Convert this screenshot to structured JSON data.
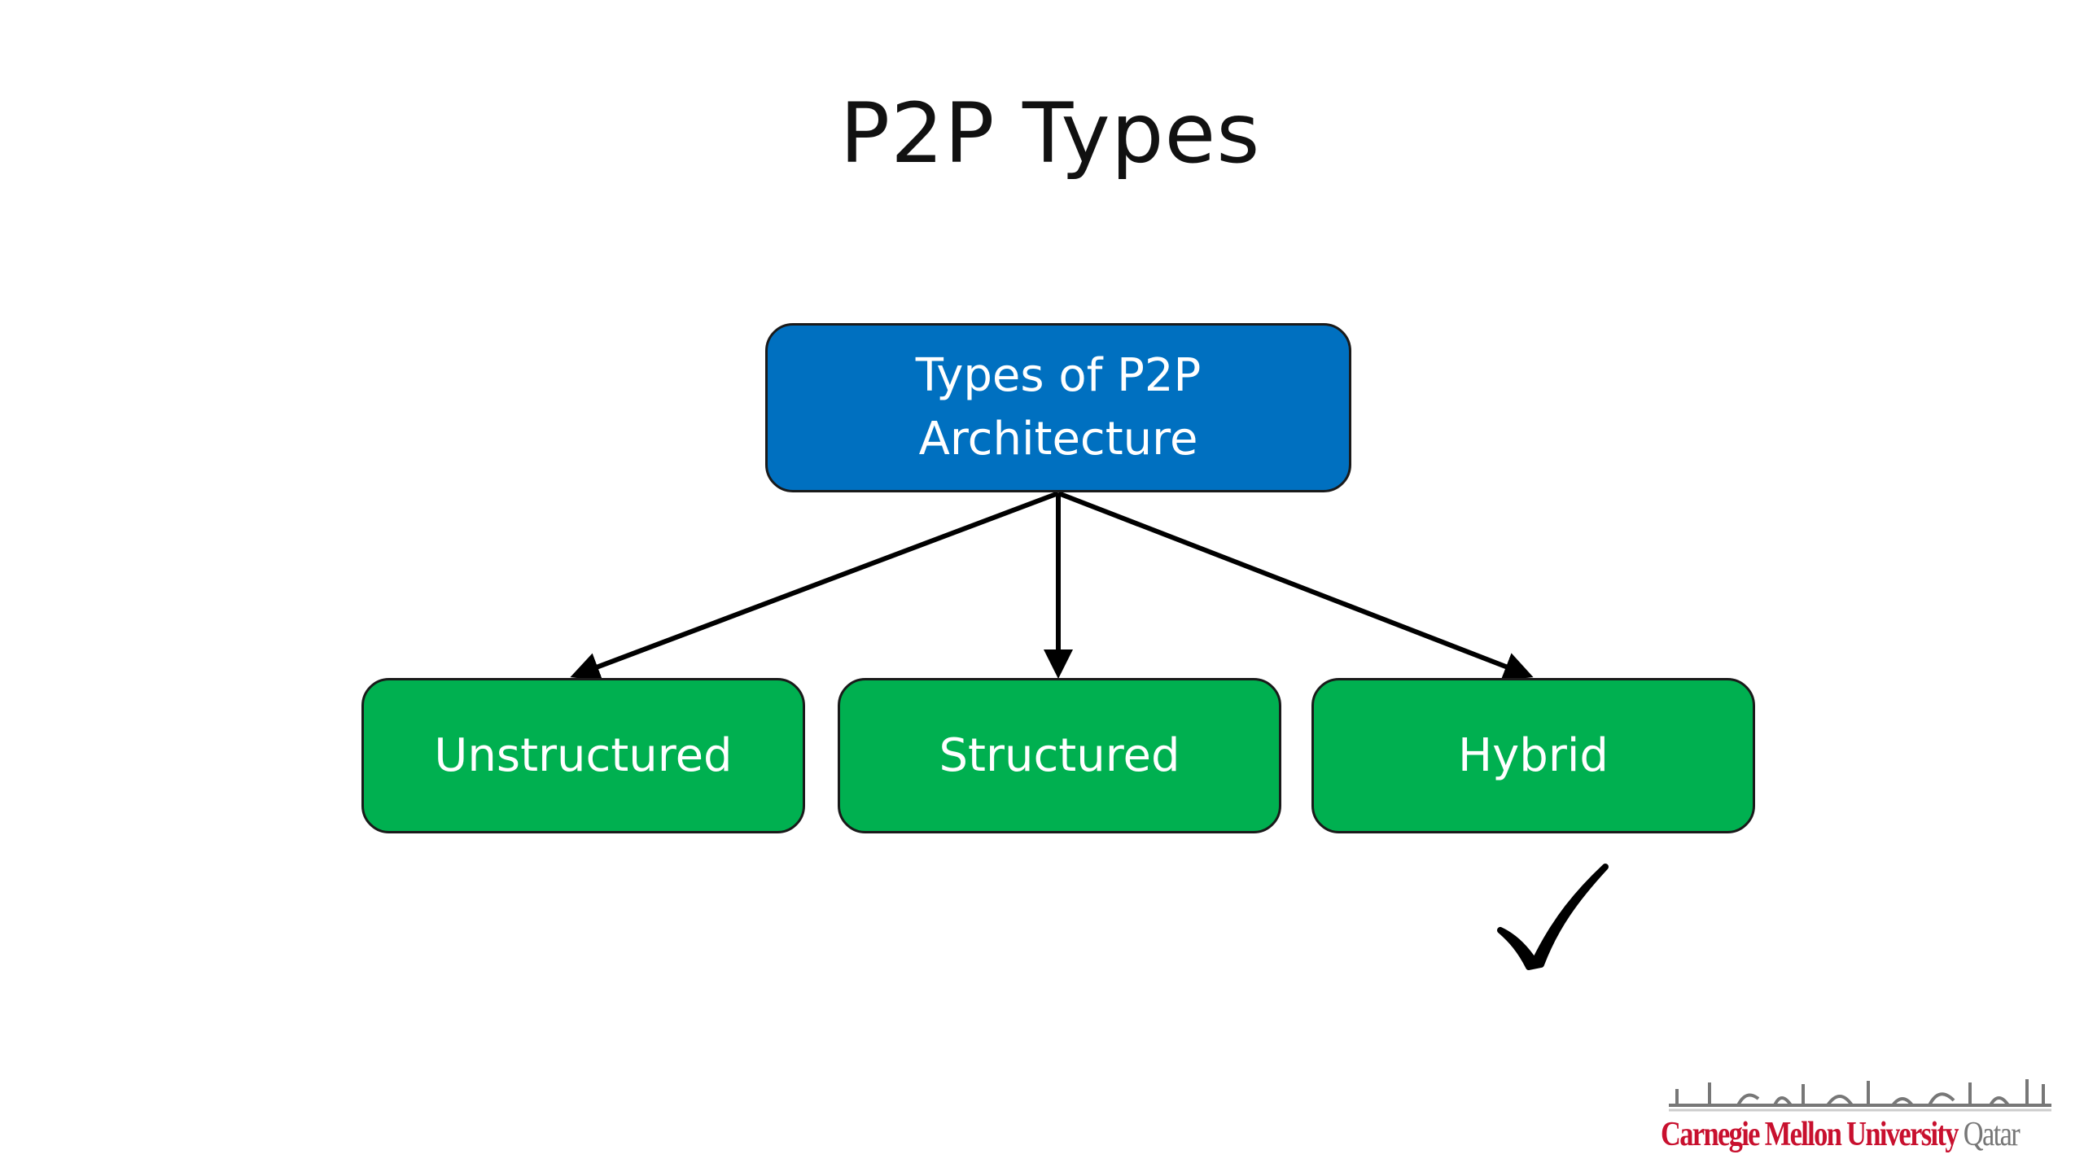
{
  "title": "P2P Types",
  "diagram": {
    "root": {
      "label_line1": "Types of P2P",
      "label_line2": "Architecture",
      "color": "#0070c0"
    },
    "children": [
      {
        "label": "Unstructured",
        "color": "#00b050"
      },
      {
        "label": "Structured",
        "color": "#00b050"
      },
      {
        "label": "Hybrid",
        "color": "#00b050",
        "marked": "check-icon"
      }
    ]
  },
  "logo": {
    "arabic": "جامعة كارنيجي ميلون في قطر",
    "english_main": "Carnegie Mellon University",
    "english_suffix": "Qatar"
  }
}
